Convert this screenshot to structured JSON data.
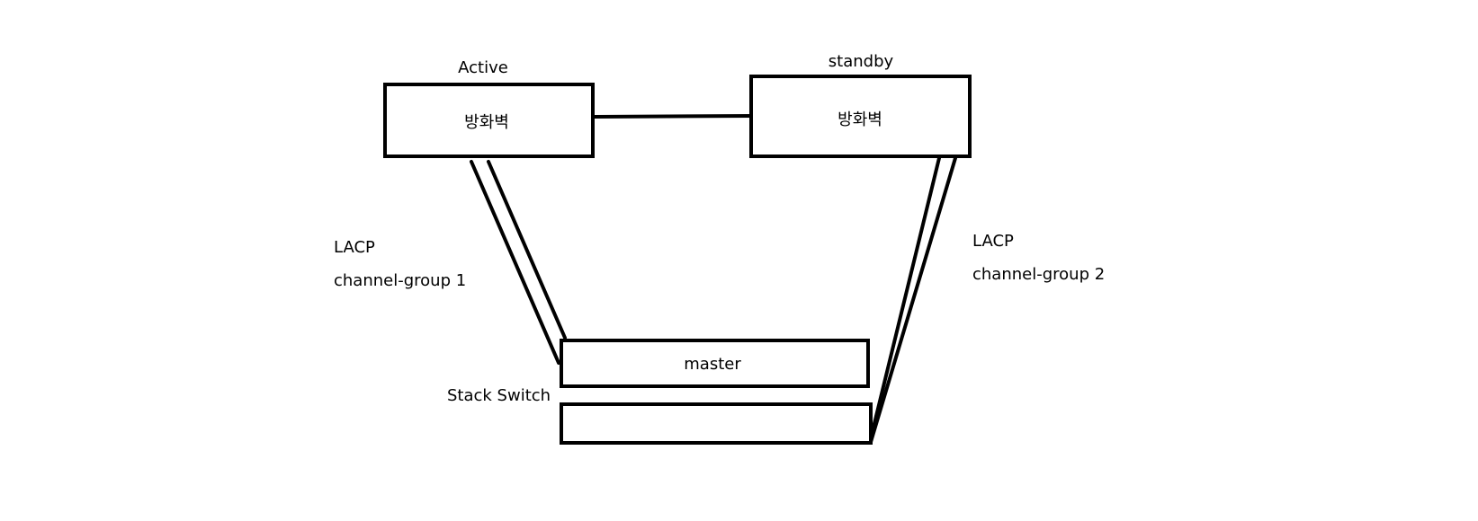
{
  "firewall_active": {
    "role_label": "Active",
    "name": "방화벽"
  },
  "firewall_standby": {
    "role_label": "standby",
    "name": "방화벽"
  },
  "link_left": {
    "protocol": "LACP",
    "group": "channel-group 1"
  },
  "link_right": {
    "protocol": "LACP",
    "group": "channel-group 2"
  },
  "stack_switch": {
    "label": "Stack Switch",
    "master_label": "master",
    "member_label": ""
  }
}
